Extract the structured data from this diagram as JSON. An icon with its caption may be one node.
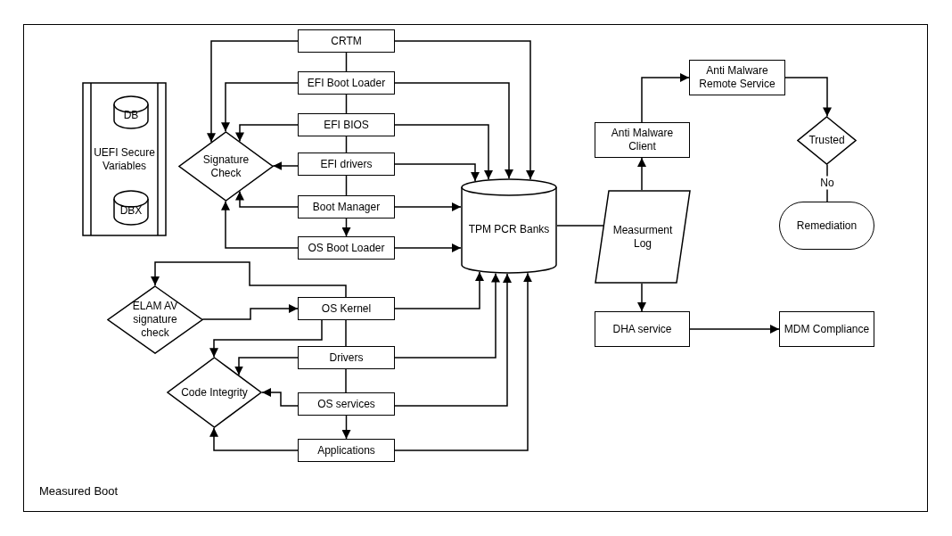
{
  "diagram": {
    "caption": "Measured Boot",
    "nodes": [
      {
        "text": [
          "UEFI Secure Variables"
        ]
      },
      {
        "text": [
          "DB"
        ],
        "in": 0
      },
      {
        "text": [
          "DBX"
        ],
        "in": 0
      },
      {
        "text": [
          "CRTM"
        ]
      },
      {
        "text": [
          "EFI Boot Loader"
        ]
      },
      {
        "text": [
          "EFI BIOS"
        ]
      },
      {
        "text": [
          "EFI drivers"
        ]
      },
      {
        "text": [
          "Boot Manager"
        ]
      },
      {
        "text": [
          "OS Boot Loader"
        ]
      },
      {
        "text": [
          "Signature Check"
        ]
      },
      {
        "text": [
          "TPM PCR Banks"
        ]
      },
      {
        "text": [
          "ELAM AV signature check"
        ]
      },
      {
        "text": [
          "OS Kernel"
        ]
      },
      {
        "text": [
          "Drivers"
        ]
      },
      {
        "text": [
          "Code Integrity"
        ]
      },
      {
        "text": [
          "OS services"
        ]
      },
      {
        "text": [
          "Applications"
        ]
      },
      {
        "text": [
          "Measurment Log"
        ]
      },
      {
        "text": [
          "Anti Malware Client"
        ]
      },
      {
        "text": [
          "Anti Malware Remote Service"
        ]
      },
      {
        "text": [
          "Trusted"
        ]
      },
      {
        "text": [
          "Remediation"
        ]
      },
      {
        "text": [
          "DHA service"
        ]
      },
      {
        "text": [
          "MDM Compliance"
        ]
      }
    ],
    "edges": [
      {
        "from": 3,
        "to": 4,
        "arrow": "none"
      },
      {
        "from": 4,
        "to": 5,
        "arrow": "none"
      },
      {
        "from": 5,
        "to": 6,
        "arrow": "none"
      },
      {
        "from": 6,
        "to": 7,
        "arrow": "none"
      },
      {
        "from": 7,
        "to": 8,
        "arrow": "to"
      },
      {
        "from": 3,
        "to": 9,
        "arrow": "to"
      },
      {
        "from": 4,
        "to": 9,
        "arrow": "to"
      },
      {
        "from": 5,
        "to": 9,
        "arrow": "to"
      },
      {
        "from": 6,
        "to": 9,
        "arrow": "to"
      },
      {
        "from": 7,
        "to": 9,
        "arrow": "to"
      },
      {
        "from": 8,
        "to": 9,
        "arrow": "to"
      },
      {
        "from": 3,
        "to": 10,
        "arrow": "to"
      },
      {
        "from": 4,
        "to": 10,
        "arrow": "to"
      },
      {
        "from": 5,
        "to": 10,
        "arrow": "to"
      },
      {
        "from": 6,
        "to": 10,
        "arrow": "to"
      },
      {
        "from": 7,
        "to": 10,
        "arrow": "to"
      },
      {
        "from": 8,
        "to": 10,
        "arrow": "to"
      },
      {
        "from": 12,
        "to": 11,
        "arrow": "to"
      },
      {
        "from": 11,
        "to": 12,
        "arrow": "to"
      },
      {
        "from": 12,
        "to": 10,
        "arrow": "to"
      },
      {
        "from": 12,
        "to": 13,
        "arrow": "none"
      },
      {
        "from": 12,
        "to": 14,
        "arrow": "to"
      },
      {
        "from": 13,
        "to": 14,
        "arrow": "to"
      },
      {
        "from": 13,
        "to": 10,
        "arrow": "to"
      },
      {
        "from": 13,
        "to": 15,
        "arrow": "none"
      },
      {
        "from": 15,
        "to": 14,
        "arrow": "to"
      },
      {
        "from": 15,
        "to": 10,
        "arrow": "to"
      },
      {
        "from": 15,
        "to": 16,
        "arrow": "to"
      },
      {
        "from": 16,
        "to": 14,
        "arrow": "to"
      },
      {
        "from": 16,
        "to": 10,
        "arrow": "to"
      },
      {
        "from": 10,
        "to": 17,
        "arrow": "none"
      },
      {
        "from": 17,
        "to": 18,
        "arrow": "to"
      },
      {
        "from": 18,
        "to": 19,
        "arrow": "to"
      },
      {
        "from": 19,
        "to": 20,
        "arrow": "to"
      },
      {
        "from": 20,
        "to": 21,
        "arrow": "none",
        "label": "No"
      },
      {
        "from": 17,
        "to": 22,
        "arrow": "to"
      },
      {
        "from": 22,
        "to": 23,
        "arrow": "to"
      }
    ]
  }
}
